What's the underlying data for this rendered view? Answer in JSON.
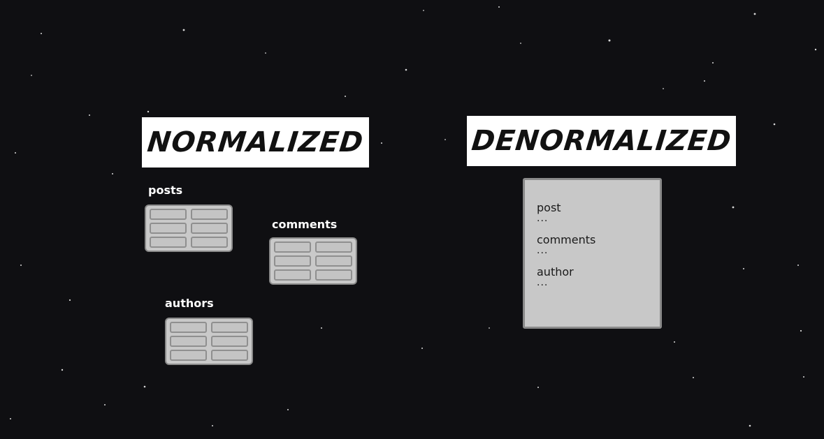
{
  "normalized": {
    "title": "NORMALIZED",
    "tables": [
      {
        "label": "posts"
      },
      {
        "label": "comments"
      },
      {
        "label": "authors"
      }
    ]
  },
  "denormalized": {
    "title": "DENORMALIZED",
    "document": {
      "items": [
        {
          "name": "post",
          "ellipsis": "..."
        },
        {
          "name": "comments",
          "ellipsis": "..."
        },
        {
          "name": "author",
          "ellipsis": "..."
        }
      ]
    }
  },
  "colors": {
    "background": "#0f0f12",
    "title_box": "#ffffff",
    "table_fill": "#c9c9c9",
    "table_border": "#8a8a8a"
  }
}
